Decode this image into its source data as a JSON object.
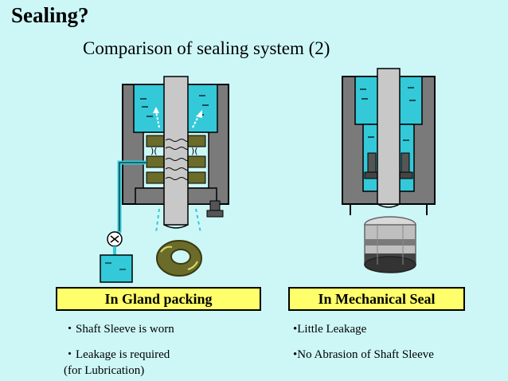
{
  "slide": {
    "title": "Sealing?",
    "subtitle": "Comparison of sealing system (2)"
  },
  "left": {
    "label": "In Gland packing",
    "bullets": [
      "・Shaft Sleeve is worn",
      "・Leakage is required",
      "(for Lubrication)"
    ]
  },
  "right": {
    "label": "In Mechanical Seal",
    "bullets": [
      "•Little Leakage",
      "•No Abrasion of Shaft Sleeve"
    ]
  },
  "colors": {
    "background": "#cdf7f7",
    "label_fill": "#ffff6b",
    "housing": "#7a7a7a",
    "water": "#33c9d9",
    "shaft": "#c8c8c8",
    "packing": "#6b6b2a"
  }
}
